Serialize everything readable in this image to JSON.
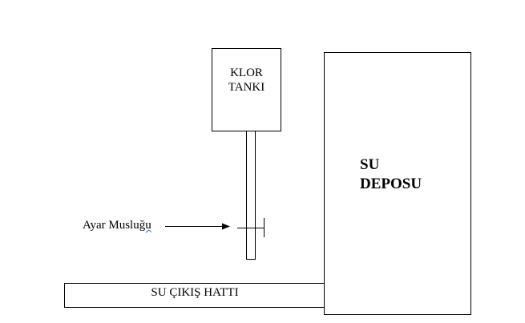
{
  "diagram": {
    "chlorine_tank": {
      "line1": "KLOR",
      "line2": "TANKI"
    },
    "water_depot": {
      "line1": "SU",
      "line2": "DEPOSU"
    },
    "valve": {
      "label_prefix": "Ayar Muslu",
      "label_flagged": "ğu"
    },
    "outlet": {
      "label": "SU ÇIKIŞ HATTI"
    }
  }
}
